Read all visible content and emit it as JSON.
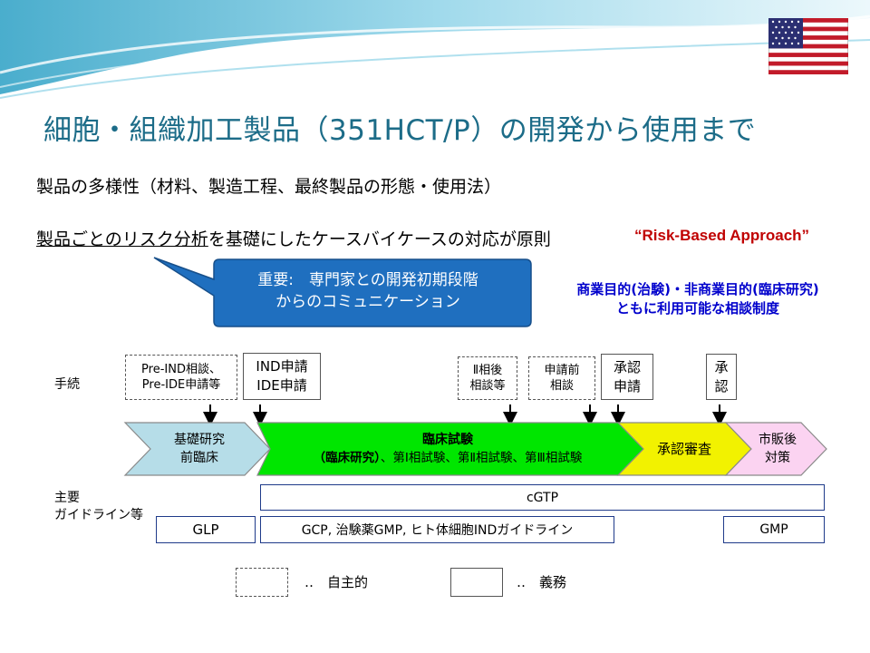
{
  "title": "細胞・組織加工製品（351HCT/P）の開発から使用まで",
  "line1": "製品の多様性（材料、製造工程、最終製品の形態・使用法）",
  "line2_underlined": "製品ごとのリスク分析",
  "line2_rest": "を基礎にしたケースバイケースの対応が原則",
  "risk_based": "“Risk-Based Approach”",
  "callout": {
    "line1": "重要:　専門家との開発初期段階",
    "line2": "からのコミュニケーション"
  },
  "consult": {
    "line1": "商業目的(治験)・非商業目的(臨床研究)",
    "line2": "ともに利用可能な相談制度"
  },
  "labels": {
    "procedure": "手続",
    "guide1": "主要",
    "guide2": "ガイドライン等"
  },
  "procedures": [
    {
      "line1": "Pre-IND相談、",
      "line2": "Pre-IDE申請等"
    },
    {
      "line1": "IND申請",
      "line2": "IDE申請"
    },
    {
      "line1": "Ⅱ相後",
      "line2": "相談等"
    },
    {
      "line1": "申請前",
      "line2": "相談"
    },
    {
      "line1": "承認",
      "line2": "申請"
    },
    {
      "line1": "承",
      "line2": "認"
    }
  ],
  "flow": {
    "basic": {
      "line1": "基礎研究",
      "line2": "前臨床"
    },
    "clinical": {
      "line1": "臨床試験",
      "line2a": "（臨床研究）",
      "line2b": "、第Ⅰ相試験、第Ⅱ相試験、第Ⅲ相試験"
    },
    "review": "承認審査",
    "post": {
      "line1": "市販後",
      "line2": "対策"
    }
  },
  "guidelines": {
    "cgtp": "cGTP",
    "glp": "GLP",
    "gcp": "GCP, 治験薬GMP, ヒト体細胞INDガイドライン",
    "gmp": "GMP"
  },
  "legend": {
    "voluntary": "‥　自主的",
    "mandatory": "‥　義務"
  },
  "colors": {
    "basic": "#b6dde8",
    "clinical": "#00e600",
    "review": "#f2f200",
    "post": "#fbd3f1",
    "title": "#1c6c88",
    "callout": "#1f6fbf"
  }
}
